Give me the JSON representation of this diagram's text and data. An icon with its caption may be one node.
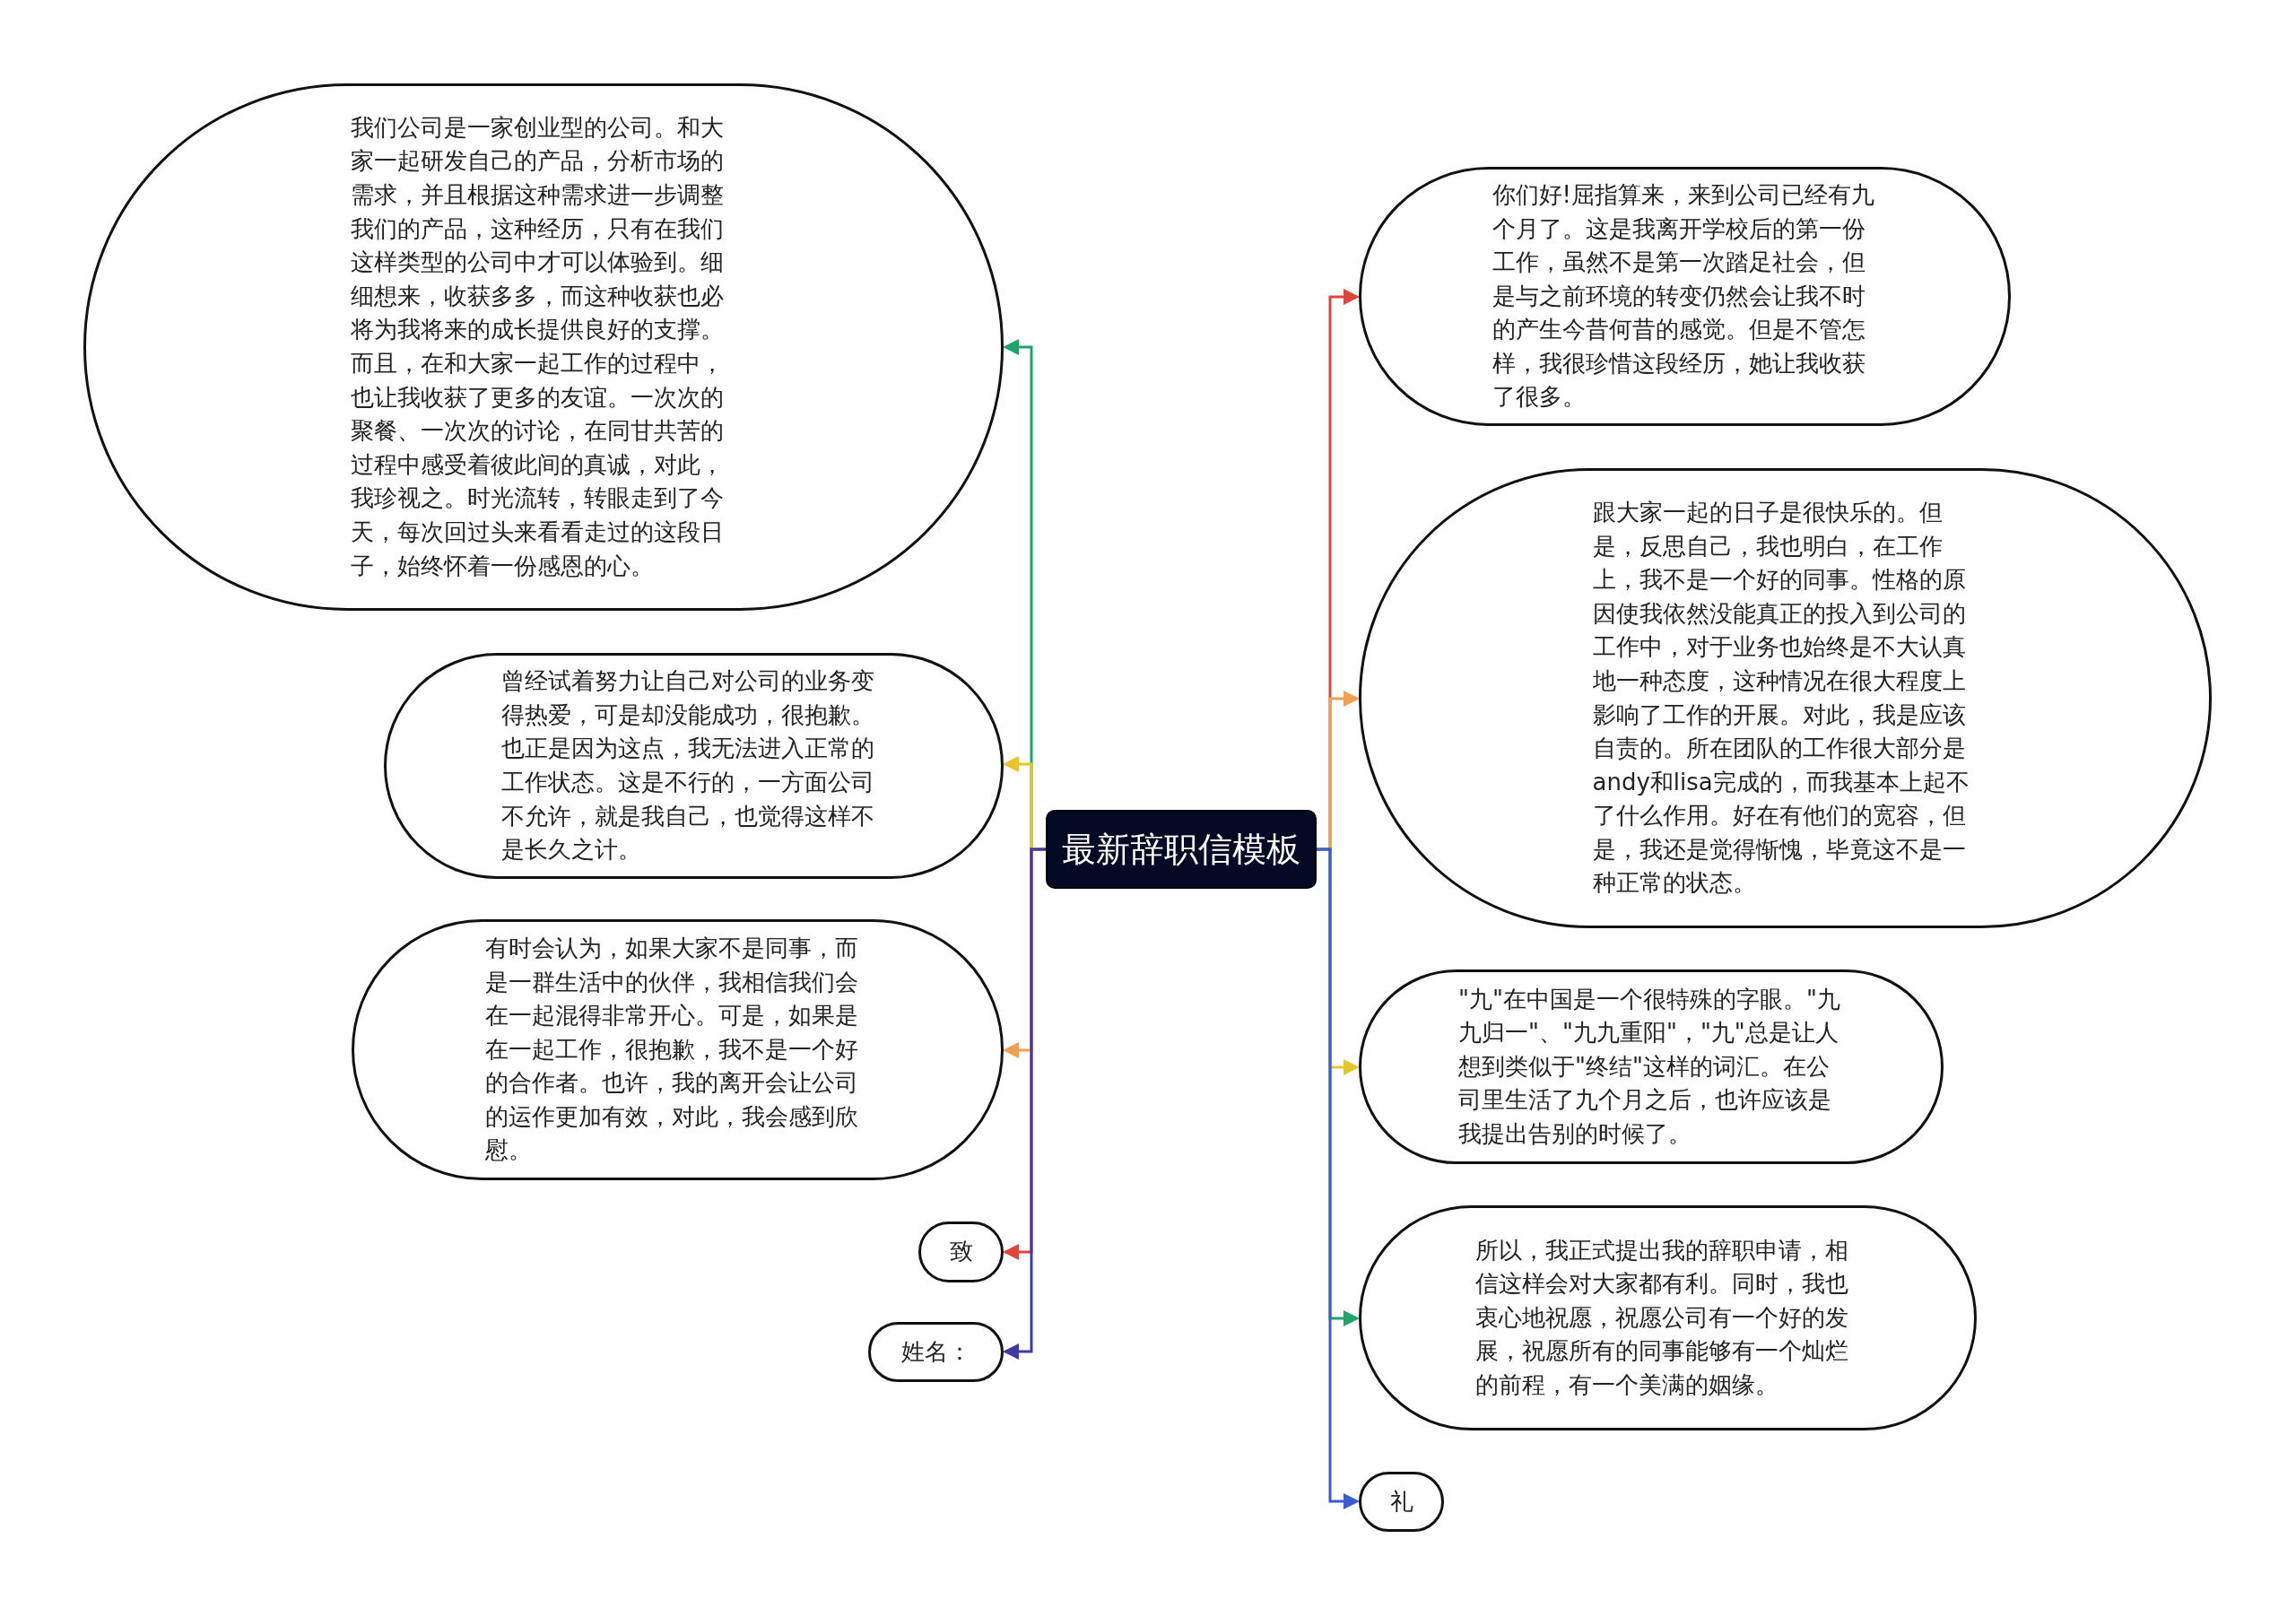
{
  "diagram": {
    "nodes": [
      {
        "text": [
          "最新辞职信模板"
        ]
      },
      {
        "text": [
          "我们公司是一家创业型的公司。和大家一起研发自己的产品，分析市场的需求，并且根据这种需求进一步调整我们的产品，这种经历，只有在我们这样类型的公司中才可以体验到。细细想来，收获多多，而这种收获也必将为我将来的成长提供良好的支撑。而且，在和大家一起工作的过程中，也让我收获了更多的友谊。一次次的聚餐、一次次的讨论，在同甘共苦的过程中感受着彼此间的真诚，对此，我珍视之。时光流转，转眼走到了今天，每次回过头来看看走过的这段日子，始终怀着一份感恩的心。"
        ]
      },
      {
        "text": [
          "曾经试着努力让自己对公司的业务变得热爱，可是却没能成功，很抱歉。也正是因为这点，我无法进入正常的工作状态。这是不行的，一方面公司不允许，就是我自己，也觉得这样不是长久之计。"
        ]
      },
      {
        "text": [
          "有时会认为，如果大家不是同事，而是一群生活中的伙伴，我相信我们会在一起混得非常开心。可是，如果是在一起工作，很抱歉，我不是一个好的合作者。也许，我的离开会让公司的运作更加有效，对此，我会感到欣慰。"
        ]
      },
      {
        "text": [
          "致"
        ]
      },
      {
        "text": [
          "姓名："
        ]
      },
      {
        "text": [
          "你们好!屈指算来，来到公司已经有九个月了。这是我离开学校后的第一份工作，虽然不是第一次踏足社会，但是与之前环境的转变仍然会让我不时的产生今昔何昔的感觉。但是不管怎样，我很珍惜这段经历，她让我收获了很多。"
        ]
      },
      {
        "text": [
          "跟大家一起的日子是很快乐的。但是，反思自己，我也明白，在工作上，我不是一个好的同事。性格的原因使我依然没能真正的投入到公司的工作中，对于业务也始终是不大认真地一种态度，这种情况在很大程度上影响了工作的开展。对此，我是应该自责的。所在团队的工作很大部分是andy和lisa完成的，而我基本上起不了什么作用。好在有他们的宽容，但是，我还是觉得惭愧，毕竟这不是一种正常的状态。"
        ]
      },
      {
        "text": [
          "\"九\"在中国是一个很特殊的字眼。\"九九归一\"、\"九九重阳\"，\"九\"总是让人想到类似于\"终结\"这样的词汇。在公司里生活了九个月之后，也许应该是我提出告别的时候了。"
        ]
      },
      {
        "text": [
          "所以，我正式提出我的辞职申请，相信这样会对大家都有利。同时，我也衷心地祝愿，祝愿公司有一个好的发展，祝愿所有的同事能够有一个灿烂的前程，有一个美满的姻缘。"
        ]
      },
      {
        "text": [
          "礼"
        ]
      }
    ],
    "edges": [
      {
        "from": 0,
        "to": 1,
        "arrow": "to",
        "color": "#1ea46c"
      },
      {
        "from": 0,
        "to": 2,
        "arrow": "to",
        "color": "#e8c52a"
      },
      {
        "from": 0,
        "to": 3,
        "arrow": "to",
        "color": "#f0a050"
      },
      {
        "from": 0,
        "to": 4,
        "arrow": "to",
        "color": "#e0453a"
      },
      {
        "from": 0,
        "to": 5,
        "arrow": "to",
        "color": "#3d3aa8"
      },
      {
        "from": 0,
        "to": 6,
        "arrow": "to",
        "color": "#e0453a"
      },
      {
        "from": 0,
        "to": 7,
        "arrow": "to",
        "color": "#f0a050"
      },
      {
        "from": 0,
        "to": 8,
        "arrow": "to",
        "color": "#e8c52a"
      },
      {
        "from": 0,
        "to": 9,
        "arrow": "to",
        "color": "#1ea46c"
      },
      {
        "from": 0,
        "to": 10,
        "arrow": "to",
        "color": "#3b5bd6"
      }
    ]
  }
}
